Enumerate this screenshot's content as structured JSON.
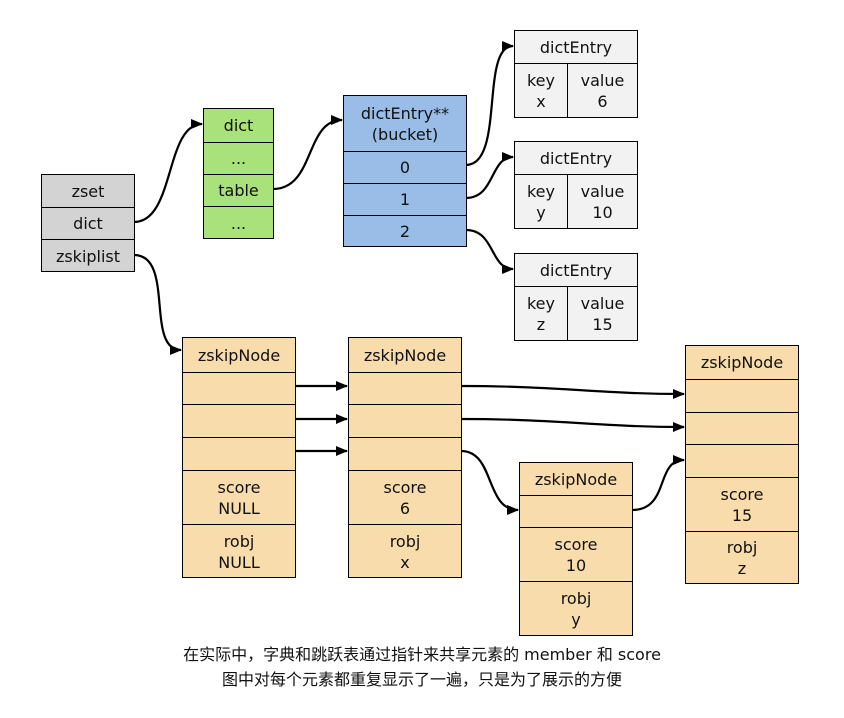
{
  "zset": {
    "title": "zset",
    "fields": [
      "dict",
      "zskiplist"
    ]
  },
  "dict": {
    "title": "dict",
    "fields": [
      "...",
      "table",
      "..."
    ]
  },
  "bucket": {
    "title_line1": "dictEntry**",
    "title_line2": "(bucket)",
    "slots": [
      "0",
      "1",
      "2"
    ]
  },
  "dict_entries": [
    {
      "title": "dictEntry",
      "key_label": "key",
      "key": "x",
      "value_label": "value",
      "value": "6"
    },
    {
      "title": "dictEntry",
      "key_label": "key",
      "key": "y",
      "value_label": "value",
      "value": "10"
    },
    {
      "title": "dictEntry",
      "key_label": "key",
      "key": "z",
      "value_label": "value",
      "value": "15"
    }
  ],
  "skip_nodes": [
    {
      "title": "zskipNode",
      "levels": 3,
      "score_label": "score",
      "score": "NULL",
      "robj_label": "robj",
      "robj": "NULL"
    },
    {
      "title": "zskipNode",
      "levels": 3,
      "score_label": "score",
      "score": "6",
      "robj_label": "robj",
      "robj": "x"
    },
    {
      "title": "zskipNode",
      "levels": 1,
      "score_label": "score",
      "score": "10",
      "robj_label": "robj",
      "robj": "y"
    },
    {
      "title": "zskipNode",
      "levels": 3,
      "score_label": "score",
      "score": "15",
      "robj_label": "robj",
      "robj": "z"
    }
  ],
  "caption": {
    "line1": "在实际中，字典和跳跃表通过指针来共享元素的 member 和 score",
    "line2": "图中对每个元素都重复显示了一遍，只是为了展示的方便"
  },
  "colors": {
    "zset": "#d3d3d3",
    "dict": "#a9e27a",
    "bucket": "#99bde6",
    "dict_entry": "#f2f2f2",
    "skip_node": "#f9dcab"
  }
}
